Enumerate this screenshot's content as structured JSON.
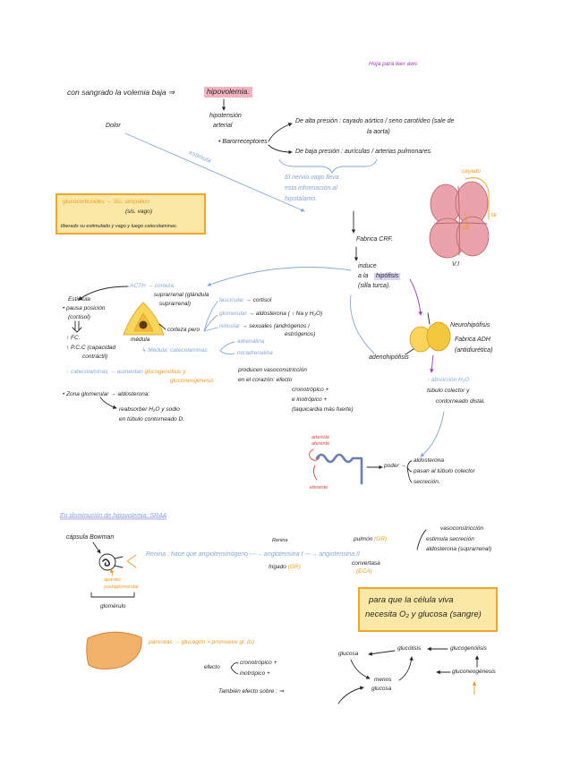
{
  "colors": {
    "ink": "#262626",
    "blue": "#86a6d6",
    "orange": "#ee9b22",
    "purple": "#a23ab5",
    "red": "#d8443c",
    "pink": "#f2b3c0",
    "boxfill": "#fce8a6",
    "boxborder": "#efa532",
    "heart": "#eaa3aa",
    "heartline": "#b9616b",
    "gland": "#f9d65a",
    "liver": "#f0b168",
    "highlight": "#d9d4f2"
  },
  "top": {
    "note": "Hoja para leer aws",
    "bleeding": "con sangrado la volemia baja ⇒",
    "hypovolemia": "hipovolemia.",
    "hypotension": [
      "hipotensión",
      "arterial"
    ],
    "pain": "Dolor",
    "baroreceptors": "• Barorreceptores",
    "high_pressure": [
      "De alta presión : cayado aórtico / seno carotídeo (sale de",
      "la aorta)"
    ],
    "low_pressure": "De baja presión : aurículas / arterias pulmonares.",
    "vagus": [
      "El nervio vago lleva",
      "esta información al",
      "hipotálamo."
    ],
    "stimulates": "estimula"
  },
  "sympathetic_box": {
    "line1": "glucocorticoides → Sis. simpático",
    "line2": "(sis. vago)",
    "line3": "liberado su estimulado y vago y luego catecolaminas."
  },
  "heart": {
    "aorta_label": "cayado",
    "label_1": "SE",
    "label_2": "SE",
    "ventricle_label": "V.I"
  },
  "hypothalamus": {
    "crf": "Fabrica CRF.",
    "induce": "induce",
    "to_the": "a la",
    "pituitary": "hipófisis",
    "sella": "(silla turca)."
  },
  "acth": [
    "ACTH → corteza",
    "suprarrenal (glándula",
    "suprarrenal)"
  ],
  "cortisol_effects": {
    "lines": [
      "Estimula",
      "• pausa posición",
      "(cortisol)"
    ],
    "results": [
      "↑ FC.",
      "↑ P.C.C (capacidad",
      "contráctil)"
    ]
  },
  "adrenal": {
    "medulla_label": "médula",
    "cortex_label": "corteza pero",
    "zones": [
      {
        "name": "fascicular",
        "hormone": "→ cortisol"
      },
      {
        "name": "glomerular",
        "hormone": "→ aldosterona ( ↑ Na y H₂O)"
      },
      {
        "name": "reticular",
        "hormone": "→ sexuales (andrógenos /",
        "hormone_cont": "estrógenos)"
      }
    ],
    "medulla_line": "↳ Médula: catecolaminas",
    "medulla_hormones": [
      "adrenalina",
      "noradrenalina"
    ]
  },
  "catecholamines": {
    "prefix": "↑ catecolaminas → aumentan",
    "effect": "glucogenólisis y",
    "effect_cont": "gluconeogénesis"
  },
  "vasoconstriction": [
    "producen vasoconstricción",
    "en el corazón: efecto",
    "cronotrópico +",
    "e inotrópico +",
    "(taquicardia más fuerte)"
  ],
  "glomerular_zone": {
    "title": "• Zona glomerular → aldosterona:",
    "effect": [
      "reabsorber H₂O y sodio",
      "en túbulo contorneado D."
    ]
  },
  "pituitary": {
    "posterior": "Neurohipófisis",
    "adh": "Fabrica ADH",
    "adh_name": "(antidiurética)",
    "anterior": "adenohipófisis",
    "adh_effect": [
      "↑ absorción H₂O",
      "túbulo colector y",
      "contorneado distal."
    ]
  },
  "nephron": {
    "afferent": [
      "arteriola",
      "aferente"
    ],
    "efferent": "eferente",
    "label": "poder →",
    "effects": [
      "aldosterona",
      "pasan al túbulo colector",
      "secreción."
    ]
  },
  "raas": {
    "title": "En disminución de hipovolemia: SRAA",
    "bowman": "cápsula Bowman",
    "juxta": [
      "aparato",
      "yuxtaglomerular"
    ],
    "glomerulus": "glomérulo",
    "renin_line": "Renina : hace que angiotensinógeno ---→ angiotensina I ---→ angiotensina II",
    "renin": "Renina",
    "liver": "hígado",
    "liver_code": "(GR)",
    "lung": "pulmón",
    "lung_code": "(GR)",
    "convertase": "convertasa",
    "ace": "(ECA)",
    "effects": [
      "vasoconstricción",
      "estimula secreción",
      "aldosterona (suprarrenal)"
    ]
  },
  "cell_box": [
    "para que la célula viva",
    "necesita O₂ y glucosa (sangre)"
  ],
  "pancreas": {
    "organ": "páncreas",
    "arrow": "→",
    "hormone": "glucagón",
    "action": "> promueve gl.",
    "code": "(G)",
    "effect": "efecto",
    "effects": [
      "cronotrópico +",
      "inotrópico +"
    ],
    "also": "También efecto sobre : ⇒"
  },
  "glucose_cycle": {
    "glucose": "glucosa",
    "glycolysis": "glucólisis",
    "glycogenolysis": "glucogenólisis",
    "gluconeogenesis": "gluconeogénesis",
    "less": "menos",
    "less_glucose": "glucosa"
  }
}
